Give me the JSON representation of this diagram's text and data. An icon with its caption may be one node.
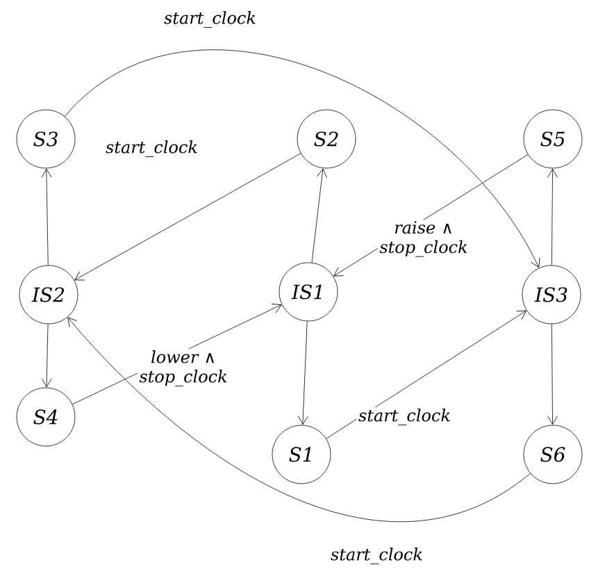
{
  "diagram": {
    "nodes": [
      {
        "text": [
          "S3"
        ]
      },
      {
        "text": [
          "S2"
        ]
      },
      {
        "text": [
          "S5"
        ]
      },
      {
        "text": [
          "IS2"
        ]
      },
      {
        "text": [
          "IS1"
        ]
      },
      {
        "text": [
          "IS3"
        ]
      },
      {
        "text": [
          "S4"
        ]
      },
      {
        "text": [
          "S1"
        ]
      },
      {
        "text": [
          "S6"
        ]
      }
    ],
    "edges": [
      {
        "from": 0,
        "to": 5,
        "arrow": "to",
        "label": "start_clock"
      },
      {
        "from": 3,
        "to": 0,
        "arrow": "to"
      },
      {
        "from": 1,
        "to": 3,
        "arrow": "to",
        "label": "start_clock"
      },
      {
        "from": 4,
        "to": 1,
        "arrow": "to"
      },
      {
        "from": 2,
        "to": 4,
        "arrow": "to",
        "label": "raise ∧ stop_clock"
      },
      {
        "from": 5,
        "to": 2,
        "arrow": "to"
      },
      {
        "from": 3,
        "to": 6,
        "arrow": "to"
      },
      {
        "from": 6,
        "to": 4,
        "arrow": "to",
        "label": "lower ∧ stop_clock"
      },
      {
        "from": 4,
        "to": 7,
        "arrow": "to"
      },
      {
        "from": 7,
        "to": 5,
        "arrow": "to",
        "label": "start_clock"
      },
      {
        "from": 5,
        "to": 8,
        "arrow": "to"
      },
      {
        "from": 8,
        "to": 3,
        "arrow": "to",
        "label": "start_clock"
      }
    ]
  }
}
